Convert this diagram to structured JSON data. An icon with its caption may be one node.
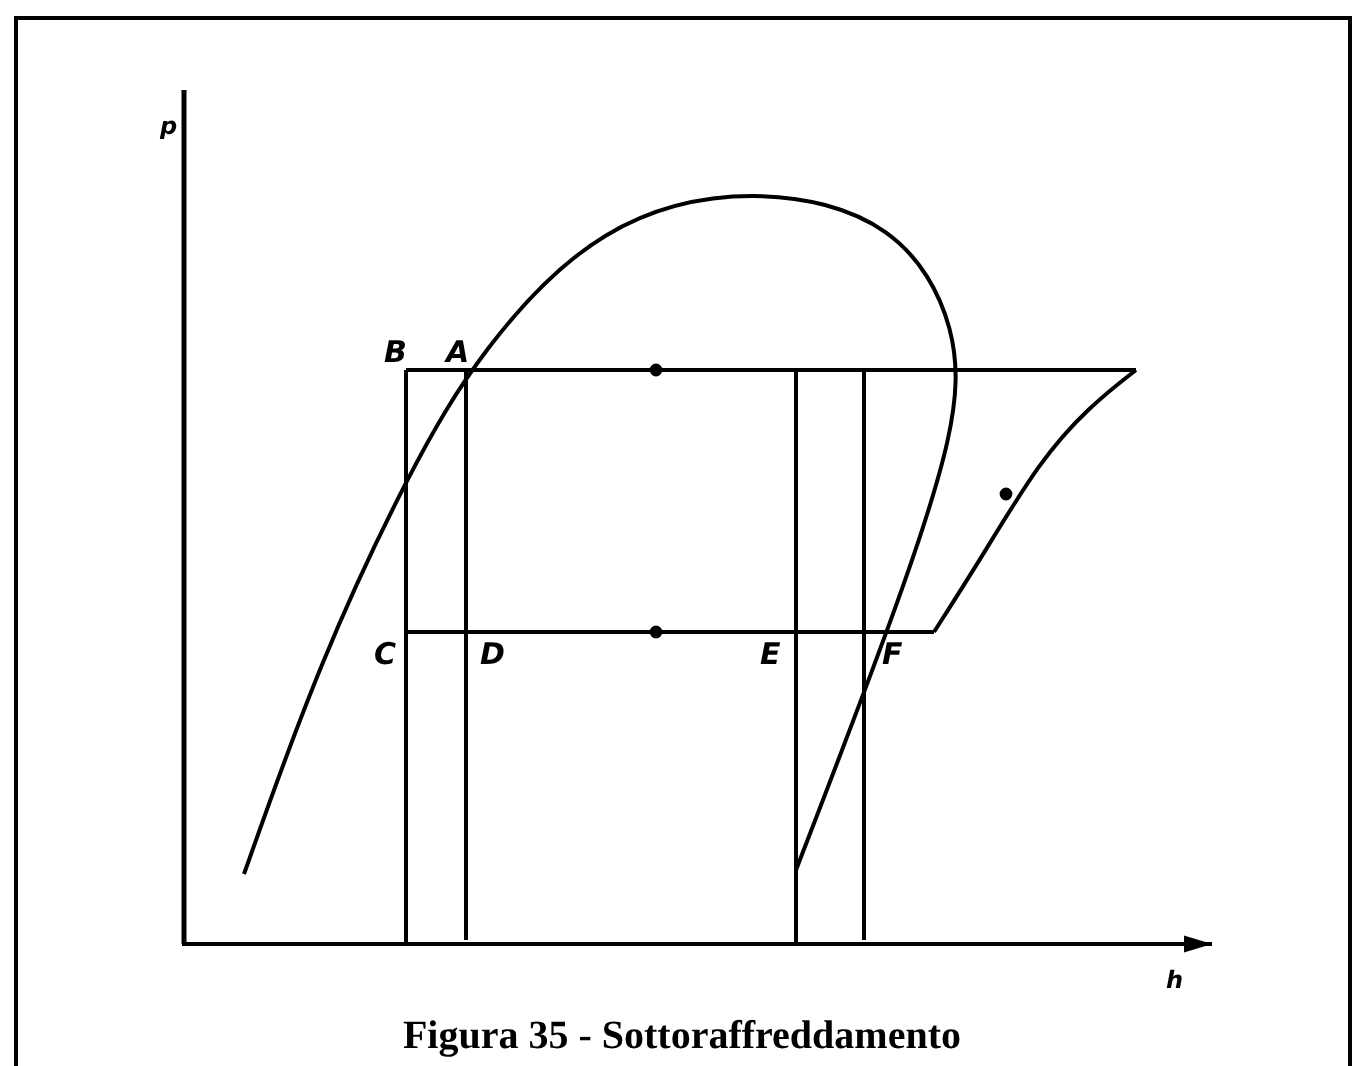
{
  "diagram": {
    "caption": "Figura 35 - Sottoraffreddamento",
    "labels": [
      "p",
      "B",
      "A",
      "C",
      "D",
      "E",
      "F",
      "h"
    ]
  }
}
